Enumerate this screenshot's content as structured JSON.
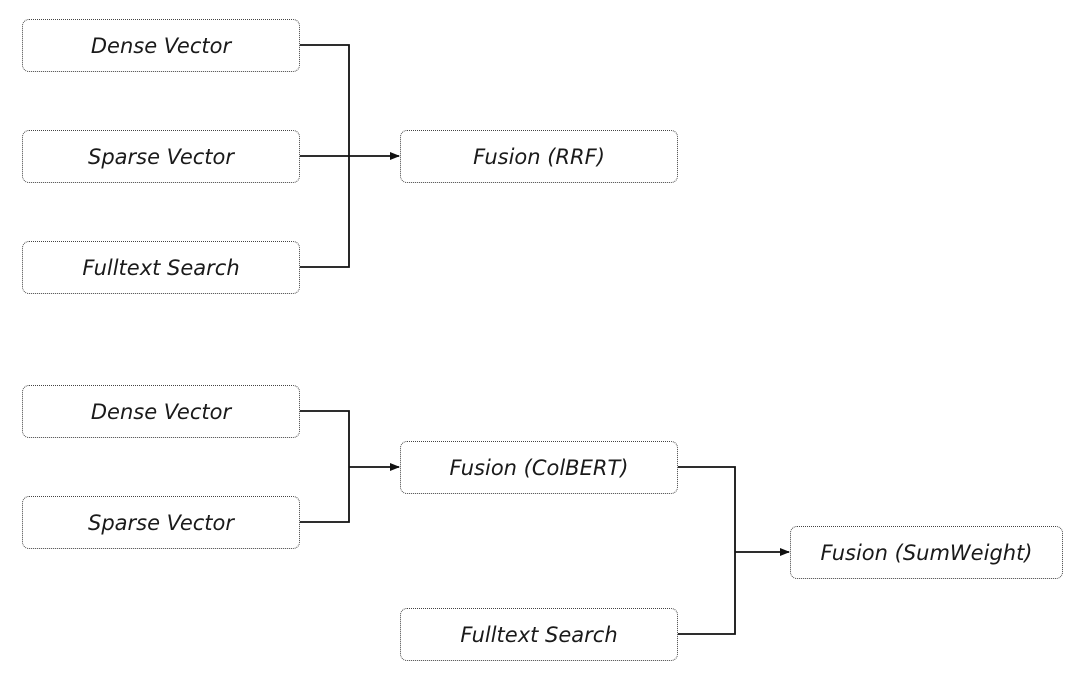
{
  "top_diagram": {
    "inputs": [
      "Dense Vector",
      "Sparse Vector",
      "Fulltext Search"
    ],
    "fusion": "Fusion (RRF)"
  },
  "bottom_diagram": {
    "inputs": [
      "Dense Vector",
      "Sparse Vector"
    ],
    "first_fusion": "Fusion (ColBERT)",
    "extra_input": "Fulltext Search",
    "final_fusion": "Fusion (SumWeight)"
  },
  "colors": {
    "line": "#111111",
    "border": "#444444",
    "text": "#1a1a1a"
  }
}
